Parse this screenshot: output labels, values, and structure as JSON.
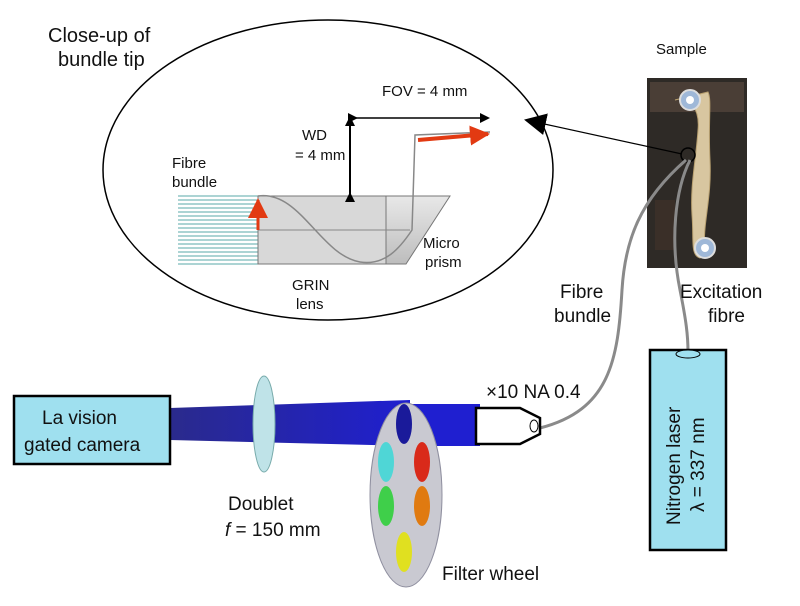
{
  "labels": {
    "closeup_line1": "Close-up of",
    "closeup_line2": "bundle tip",
    "sample": "Sample",
    "fov": "FOV = 4 mm",
    "wd_line1": "WD",
    "wd_line2": "= 4 mm",
    "fibre_bundle_small_line1": "Fibre",
    "fibre_bundle_small_line2": "bundle",
    "micro_line1": "Micro",
    "micro_line2": "prism",
    "grin_line1": "GRIN",
    "grin_line2": "lens",
    "fibre_bundle_line1": "Fibre",
    "fibre_bundle_line2": "bundle",
    "excitation_line1": "Excitation",
    "excitation_line2": "fibre",
    "camera_line1": "La vision",
    "camera_line2": "gated camera",
    "objective": "×10 NA 0.4",
    "doublet_line1": "Doublet",
    "doublet_f": "f",
    "doublet_line2_rest": " = 150 mm",
    "laser_line1": "Nitrogen laser",
    "laser_line2": "λ = 337 nm",
    "filter_wheel": "Filter wheel"
  },
  "colors": {
    "beam": "#1c1cc8",
    "beam_dark": "#232396",
    "camera_box": "#9fe0ef",
    "laser_box": "#9fe0ef",
    "red_arrow": "#e23a12",
    "fibre_gray": "#8a8a8a",
    "filters": [
      "#1a1a9a",
      "#4fd6d6",
      "#d92a1a",
      "#3fcf4a",
      "#e07a10",
      "#3fcf4a",
      "#e0e020"
    ]
  }
}
